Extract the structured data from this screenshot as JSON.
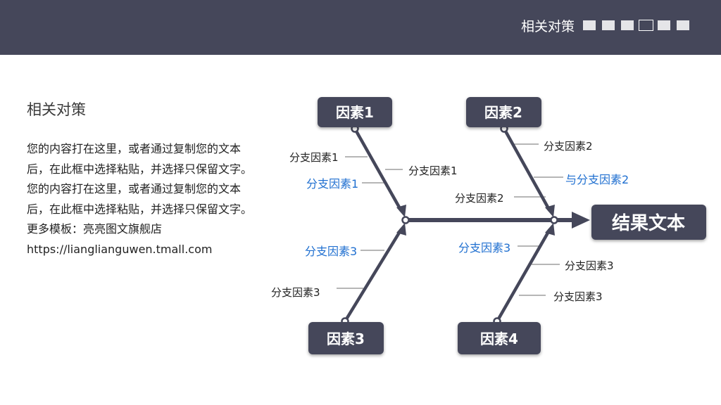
{
  "header": {
    "title": "相关对策",
    "indicator_squares": 6,
    "active_index": 3
  },
  "intro": {
    "title": "相关对策",
    "body": "您的内容打在这里，或者通过复制您的文本后，在此框中选择粘贴，并选择只保留文字。您的内容打在这里，或者通过复制您的文本后，在此框中选择粘贴，并选择只保留文字。更多模板：亮亮图文旗舰店",
    "url": "https://lianglianguwen.tmall.com"
  },
  "diagram": {
    "result": "结果文本",
    "factors": [
      "因素1",
      "因素2",
      "因素3",
      "因素4"
    ],
    "branches": [
      "分支因素1",
      "分支因素1",
      "分支因素1",
      "分支因素2",
      "与分支因素2",
      "分支因素2",
      "分支因素3",
      "分支因素3",
      "分支因素3",
      "分支因素3",
      "分支因素3"
    ]
  },
  "colors": {
    "header_bg": "#45475a",
    "dark": "#45475a",
    "accent_blue": "#1f6fd0",
    "text": "#222222"
  }
}
